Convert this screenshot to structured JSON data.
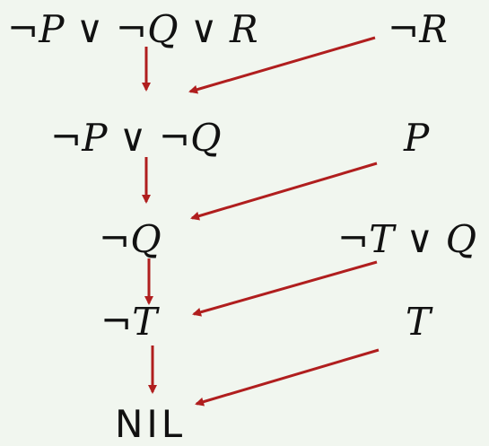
{
  "diagram": {
    "arrow_color": "#b01e1e",
    "left_column": [
      "¬P ∨ ¬Q ∨ R",
      "¬P ∨ ¬Q",
      "¬Q",
      "¬T",
      "NIL"
    ],
    "right_column": [
      "¬R",
      "P",
      "¬T ∨ Q",
      "T"
    ]
  }
}
